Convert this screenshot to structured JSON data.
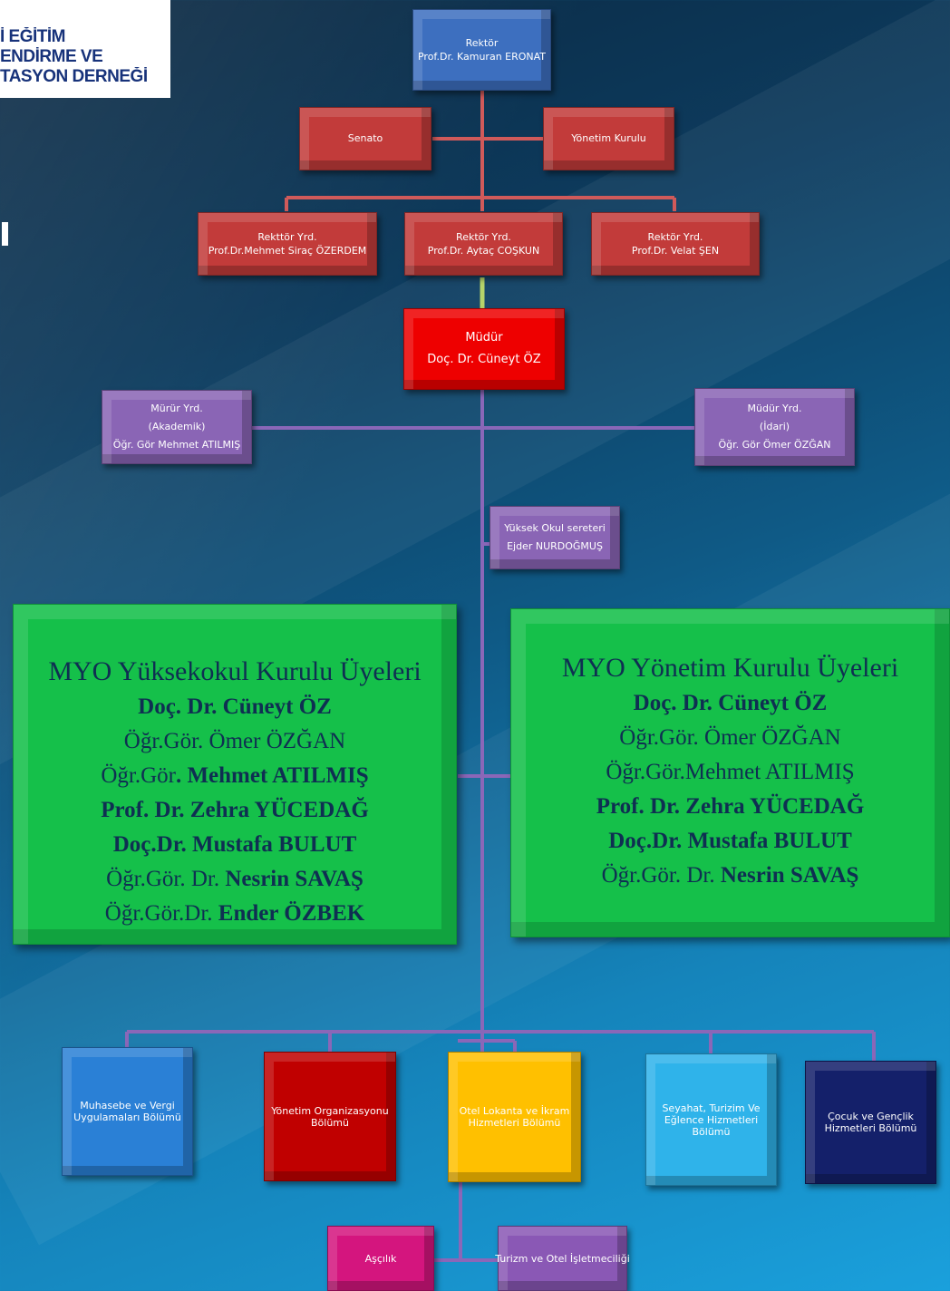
{
  "logo": {
    "lines": [
      "İ EĞİTİM",
      "ENDİRME VE",
      "TASYON DERNEĞİ"
    ]
  },
  "rector": {
    "title": "Rektör",
    "name": "Prof.Dr. Kamuran  ERONAT"
  },
  "senate": {
    "label": "Senato"
  },
  "board": {
    "label": "Yönetim Kurulu"
  },
  "vice_rectors": [
    {
      "title": "Rekttör Yrd.",
      "name": "Prof.Dr.Mehmet Siraç ÖZERDEM"
    },
    {
      "title": "Rektör Yrd.",
      "name": "Prof.Dr. Aytaç COŞKUN"
    },
    {
      "title": "Rektör Yrd.",
      "name": "Prof.Dr. Velat ŞEN"
    }
  ],
  "director": {
    "title": "Müdür",
    "name": "Doç. Dr. Cüneyt ÖZ"
  },
  "deputy_academic": {
    "title": "Mürür Yrd.",
    "sub": "(Akademik)",
    "name": "Öğr. Gör Mehmet ATILMIŞ"
  },
  "deputy_admin": {
    "title": "Müdür Yrd.",
    "sub": "(İdari)",
    "name": "Öğr. Gör Ömer ÖZĞAN"
  },
  "secretary": {
    "title": "Yüksek Okul sereteri",
    "name": "Ejder NURDOĞMUŞ"
  },
  "school_council": {
    "title": "MYO Yüksekokul Kurulu Üyeleri",
    "members": [
      {
        "pre": "",
        "bold": "Doç. Dr. Cüneyt ÖZ"
      },
      {
        "pre": "Öğr.Gör. Ömer ÖZĞAN",
        "bold": ""
      },
      {
        "pre": "Öğr.Gör",
        "bold": ". Mehmet ATILMIŞ"
      },
      {
        "pre": "",
        "bold": "Prof. Dr. Zehra YÜCEDAĞ"
      },
      {
        "pre": "",
        "bold": "Doç.Dr. Mustafa BULUT"
      },
      {
        "pre": "Öğr.Gör. Dr. ",
        "bold": "Nesrin SAVAŞ"
      },
      {
        "pre": "Öğr.Gör.Dr. ",
        "bold": "Ender ÖZBEK"
      }
    ]
  },
  "management_board": {
    "title": "MYO Yönetim Kurulu Üyeleri",
    "members": [
      {
        "pre": "",
        "bold": "Doç. Dr. Cüneyt ÖZ"
      },
      {
        "pre": "Öğr.Gör. Ömer ÖZĞAN",
        "bold": ""
      },
      {
        "pre": "Öğr.Gör.Mehmet ATILMIŞ",
        "bold": ""
      },
      {
        "pre": "",
        "bold": "Prof. Dr. Zehra YÜCEDAĞ"
      },
      {
        "pre": "",
        "bold": "Doç.Dr.  Mustafa BULUT"
      },
      {
        "pre": "Öğr.Gör. Dr. ",
        "bold": "Nesrin SAVAŞ"
      }
    ]
  },
  "departments": [
    {
      "lines": [
        "Muhasebe ve Vergi",
        "Uygulamaları Bölümü"
      ]
    },
    {
      "lines": [
        "Yönetim Organizasyonu",
        "Bölümü"
      ]
    },
    {
      "lines": [
        "Otel Lokanta ve İkram",
        "Hizmetleri Bölümü"
      ]
    },
    {
      "lines": [
        "Seyahat, Turizim Ve",
        "Eğlence  Hizmetleri",
        "Bölümü"
      ]
    },
    {
      "lines": [
        "Çocuk ve Gençlik",
        "Hizmetleri Bölümü"
      ]
    }
  ],
  "programs": [
    {
      "label": "Aşçılık"
    },
    {
      "label": "Turizm ve Otel İşletmeciliği"
    }
  ],
  "colors": {
    "connector_red": "#d05a5a",
    "connector_purple": "#8a67b8",
    "connector_green": "#b6d36a"
  }
}
